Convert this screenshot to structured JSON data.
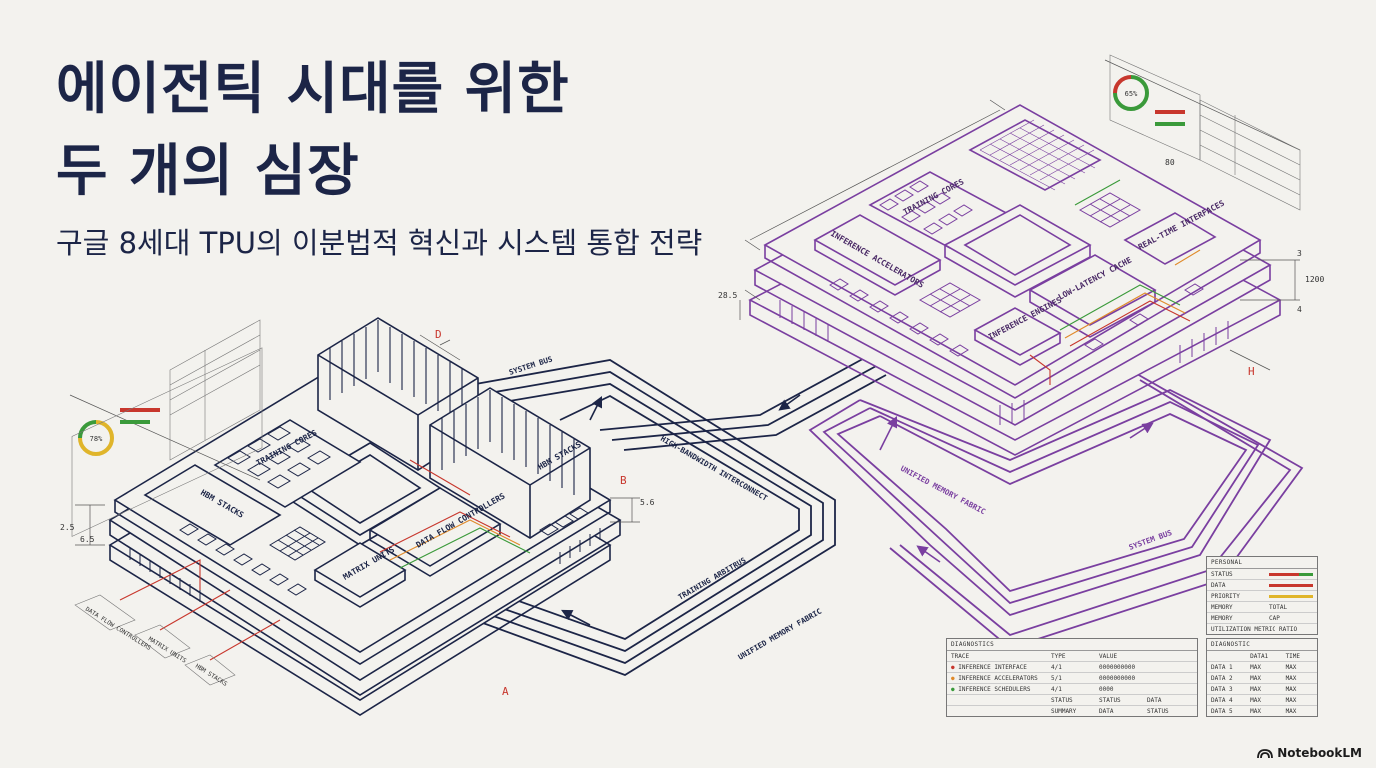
{
  "title_line1": "에이전틱 시대를 위한",
  "title_line2": "두 개의 심장",
  "subtitle": "구글 8세대 TPU의 이분법적 혁신과 시스템 통합 전략",
  "brand": "NotebookLM",
  "colors": {
    "navy": "#1c2547",
    "purple": "#7a3fa0",
    "red": "#c8372d",
    "orange": "#e08a2a",
    "green": "#3a9a3a",
    "bg": "#f3f2ee"
  },
  "left_chip": {
    "training_cores": "TRAINING CORES",
    "hbm_stacks_a": "HBM STACKS",
    "hbm_stacks_b": "HBM STACKS",
    "data_flow": "DATA FLOW CONTROLLERS",
    "matrix_units": "MATRIX UNITS"
  },
  "right_chip": {
    "training_cores": "TRAINING CORES",
    "inference_accel": "INFERENCE ACCELERATORS",
    "low_latency": "LOW-LATENCY CACHE",
    "realtime": "REAL-TIME INTERFACES",
    "inference_engines": "INFERENCE ENGINES"
  },
  "buses": {
    "system_bus_1": "SYSTEM BUS",
    "system_bus_2": "SYSTEM BUS",
    "hbi": "HIGH-BANDWIDTH INTERCONNECT",
    "training_arbitrus": "TRAINING ARBITRUS",
    "umf_1": "UNIFIED MEMORY FABRIC",
    "umf_2": "UNIFIED MEMORY FABRIC"
  },
  "dims": {
    "a": "A",
    "b": "B",
    "d": "D",
    "h": "H",
    "v56": "5.6",
    "v25": "2.5",
    "v65": "6.5",
    "v285": "28.5",
    "v3": "3",
    "v4": "4",
    "v1200": "1200",
    "v80": "80"
  },
  "left_labels": {
    "l1": "DATA FLOW CONTROLLERS",
    "l2": "MATRIX UNITS",
    "l3": "HBM STACKS"
  },
  "gauge_left": "78%",
  "gauge_right": "65%",
  "table_diag_left": {
    "header": "DIAGNOSTICS",
    "cols": [
      "TRACE",
      "TYPE",
      "VALUE"
    ],
    "rows": [
      [
        "INFERENCE INTERFACE",
        "4/1",
        "0000000000"
      ],
      [
        "INFERENCE ACCELERATORS",
        "5/1",
        "0000000000"
      ],
      [
        "INFERENCE SCHEDULERS",
        "4/1",
        "0000"
      ],
      [
        "STATUS",
        "STATUS",
        "DATA"
      ],
      [
        "SUMMARY",
        "DATA",
        "STATUS"
      ]
    ]
  },
  "table_diag_right": {
    "header": "DIAGNOSTIC",
    "cols": [
      "",
      "DATA1",
      "TIME"
    ],
    "rows": [
      [
        "DATA 1",
        "MAX",
        "MAX"
      ],
      [
        "DATA 2",
        "MAX",
        "MAX"
      ],
      [
        "DATA 3",
        "MAX",
        "MAX"
      ],
      [
        "DATA 4",
        "MAX",
        "MAX"
      ],
      [
        "DATA 5",
        "MAX",
        "MAX"
      ]
    ]
  },
  "table_status": {
    "header": "PERSONAL",
    "rows": [
      [
        "STATUS",
        ""
      ],
      [
        "DATA",
        ""
      ],
      [
        "PRIORITY",
        ""
      ],
      [
        "MEMORY",
        "TOTAL"
      ],
      [
        "MEMORY",
        "CAP"
      ],
      [
        "UTILIZATION METRIC",
        "RATIO"
      ]
    ]
  }
}
